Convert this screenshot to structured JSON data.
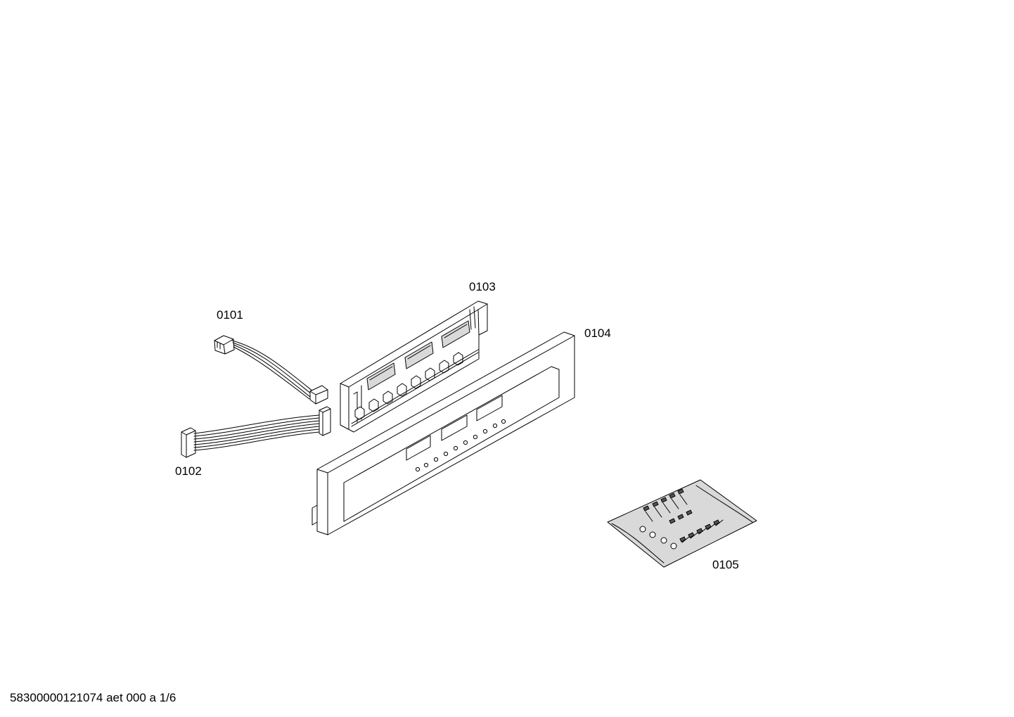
{
  "parts": [
    {
      "id": "0101",
      "label": "0101",
      "description_icon": "wiring-harness-short"
    },
    {
      "id": "0102",
      "label": "0102",
      "description_icon": "ribbon-cable"
    },
    {
      "id": "0103",
      "label": "0103",
      "description_icon": "control-module-board"
    },
    {
      "id": "0104",
      "label": "0104",
      "description_icon": "control-panel-fascia"
    },
    {
      "id": "0105",
      "label": "0105",
      "description_icon": "screw-bag"
    }
  ],
  "footer": {
    "text": "58300000121074 aet 000 a 1/6"
  }
}
